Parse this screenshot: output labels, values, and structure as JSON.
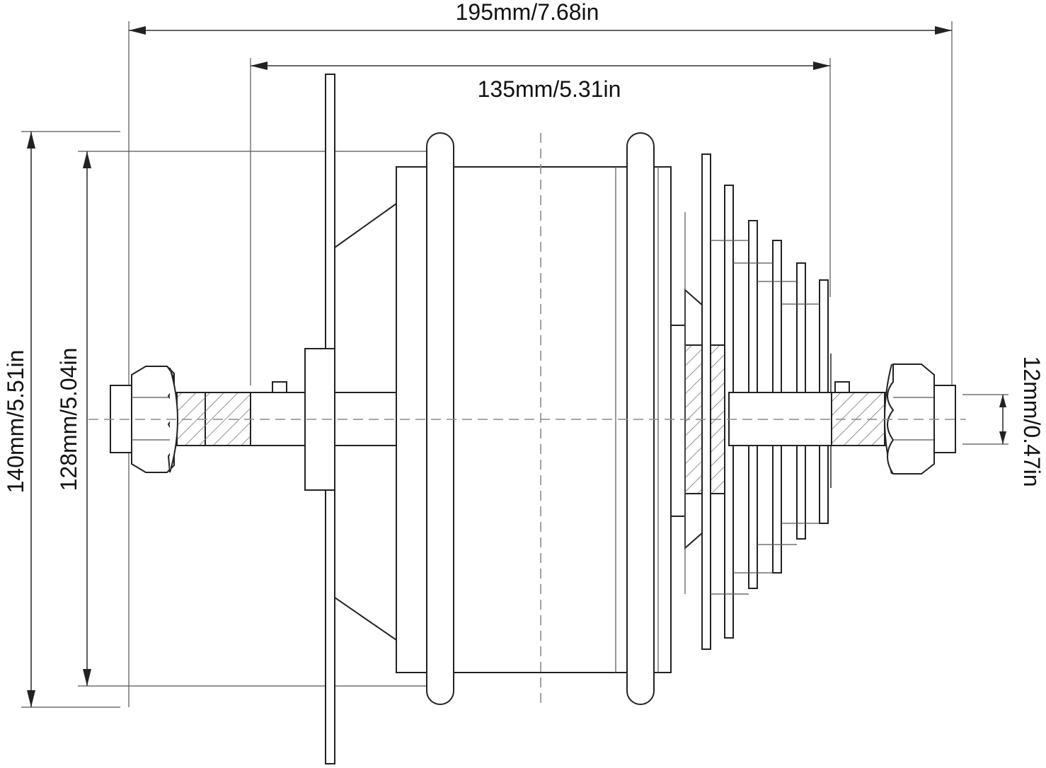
{
  "diagram": {
    "dimensions": {
      "overall_width": "195mm/7.68in",
      "dropout_width": "135mm/5.31in",
      "outer_diameter": "140mm/5.51in",
      "flange_diameter": "128mm/5.04in",
      "axle_diameter": "12mm/0.47in"
    },
    "colors": {
      "line": "#222222",
      "hatch": "#777777",
      "centerline": "#8a8a8a",
      "background": "#ffffff"
    }
  }
}
